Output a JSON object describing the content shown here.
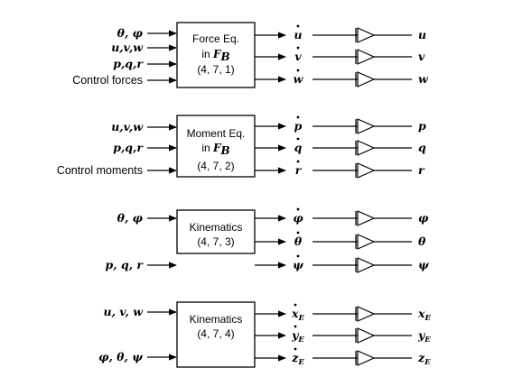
{
  "blocks": [
    {
      "inputs": [
        {
          "text": "θ, φ",
          "style": "it"
        },
        {
          "text": "u,v,w",
          "style": "it"
        },
        {
          "text": "p,q,r",
          "style": "it"
        },
        {
          "text": "Control forces",
          "style": "plain"
        }
      ],
      "box_lines": [
        {
          "text": "Force Eq.",
          "style": "plain"
        },
        {
          "text": "in F",
          "sub": "B",
          "style": "mixed"
        },
        {
          "text": "(4, 7, 1)",
          "style": "plain"
        }
      ],
      "outputs": [
        {
          "deriv": "u",
          "sub": ""
        },
        {
          "deriv": "v",
          "sub": ""
        },
        {
          "deriv": "w",
          "sub": ""
        }
      ],
      "results": [
        {
          "text": "u",
          "sub": ""
        },
        {
          "text": "v",
          "sub": ""
        },
        {
          "text": "w",
          "sub": ""
        }
      ]
    },
    {
      "inputs": [
        {
          "text": "u,v,w",
          "style": "it"
        },
        {
          "text": "p,q,r",
          "style": "it"
        },
        {
          "text": "Control moments",
          "style": "plain"
        }
      ],
      "box_lines": [
        {
          "text": "Moment Eq.",
          "style": "plain"
        },
        {
          "text": "in F",
          "sub": "B",
          "style": "mixed"
        },
        {
          "text": "(4, 7, 2)",
          "style": "plain"
        }
      ],
      "outputs": [
        {
          "deriv": "p",
          "sub": ""
        },
        {
          "deriv": "q",
          "sub": ""
        },
        {
          "deriv": "r",
          "sub": ""
        }
      ],
      "results": [
        {
          "text": "p",
          "sub": ""
        },
        {
          "text": "q",
          "sub": ""
        },
        {
          "text": "r",
          "sub": ""
        }
      ]
    },
    {
      "inputs": [
        {
          "text": "θ, φ",
          "style": "it"
        },
        {
          "text": "p, q, r",
          "style": "it"
        }
      ],
      "box_lines": [
        {
          "text": "Kinematics",
          "style": "plain"
        },
        {
          "text": "(4, 7, 3)",
          "style": "plain"
        }
      ],
      "outputs": [
        {
          "deriv": "φ",
          "sub": ""
        },
        {
          "deriv": "θ",
          "sub": ""
        },
        {
          "deriv": "ψ",
          "sub": ""
        }
      ],
      "results": [
        {
          "text": "φ",
          "sub": ""
        },
        {
          "text": "θ",
          "sub": ""
        },
        {
          "text": "ψ",
          "sub": ""
        }
      ]
    },
    {
      "inputs": [
        {
          "text": "u, v, w",
          "style": "it"
        },
        {
          "text": "φ, θ, ψ",
          "style": "it"
        }
      ],
      "box_lines": [
        {
          "text": "Kinematics",
          "style": "plain"
        },
        {
          "text": "(4, 7, 4)",
          "style": "plain"
        }
      ],
      "outputs": [
        {
          "deriv": "x",
          "sub": "E"
        },
        {
          "deriv": "y",
          "sub": "E"
        },
        {
          "deriv": "z",
          "sub": "E"
        }
      ],
      "results": [
        {
          "text": "x",
          "sub": "E"
        },
        {
          "text": "y",
          "sub": "E"
        },
        {
          "text": "z",
          "sub": "E"
        }
      ]
    }
  ]
}
